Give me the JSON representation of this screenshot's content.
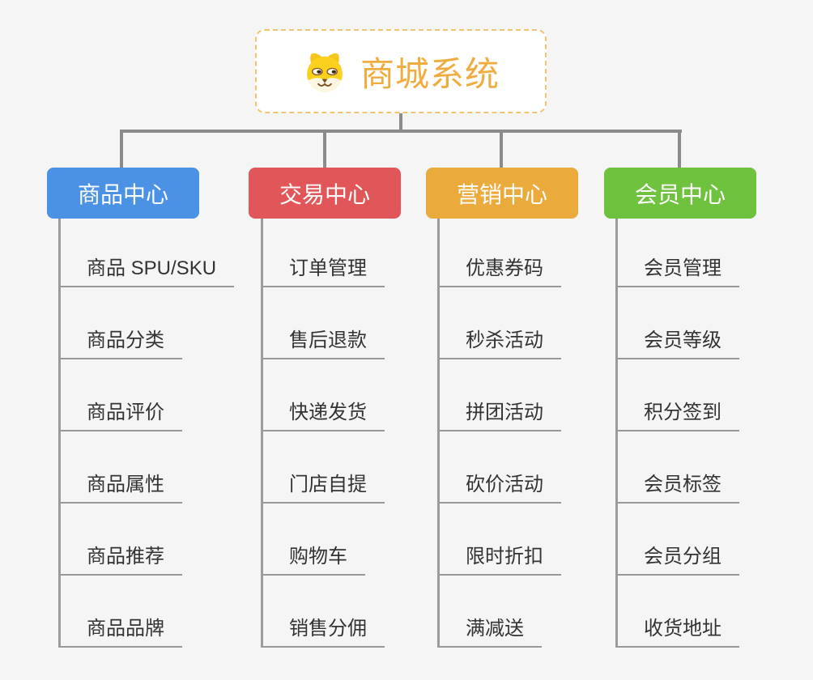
{
  "root": {
    "title": "商城系统",
    "icon": "dog-icon"
  },
  "branches": [
    {
      "label": "商品中心",
      "color": "#4b92e5",
      "children": [
        "商品 SPU/SKU",
        "商品分类",
        "商品评价",
        "商品属性",
        "商品推荐",
        "商品品牌"
      ]
    },
    {
      "label": "交易中心",
      "color": "#e15658",
      "children": [
        "订单管理",
        "售后退款",
        "快递发货",
        "门店自提",
        "购物车",
        "销售分佣"
      ]
    },
    {
      "label": "营销中心",
      "color": "#ebaa3c",
      "children": [
        "优惠券码",
        "秒杀活动",
        "拼团活动",
        "砍价活动",
        "限时折扣",
        "满减送"
      ]
    },
    {
      "label": "会员中心",
      "color": "#6fc23d",
      "children": [
        "会员管理",
        "会员等级",
        "积分签到",
        "会员标签",
        "会员分组",
        "收货地址"
      ]
    }
  ],
  "colors": {
    "background": "#f5f5f6",
    "root_text": "#efac3f",
    "root_border": "#f3c36e",
    "connector": "#8b8b8b",
    "underline": "#989898",
    "child_text": "#333333",
    "branch_text": "#ffffff"
  }
}
